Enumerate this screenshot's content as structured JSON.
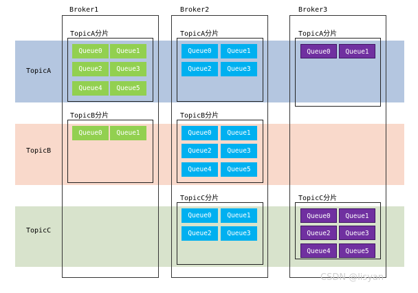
{
  "topics": [
    {
      "label": "TopicA",
      "color": "#b4c6e0"
    },
    {
      "label": "TopicB",
      "color": "#f9d9cb"
    },
    {
      "label": "TopicC",
      "color": "#d8e3cc"
    }
  ],
  "brokers": [
    {
      "title": "Broker1"
    },
    {
      "title": "Broker2"
    },
    {
      "title": "Broker3"
    }
  ],
  "shards": [
    {
      "title": "TopicA分片",
      "queue_color": "#92d050",
      "queues": [
        "Queue0",
        "Queue1",
        "Queue2",
        "Queue3",
        "Queue4",
        "Queue5"
      ]
    },
    {
      "title": "TopicB分片",
      "queue_color": "#92d050",
      "queues": [
        "Queue0",
        "Queue1"
      ]
    },
    {
      "title": "TopicA分片",
      "queue_color": "#00b0f0",
      "queues": [
        "Queue0",
        "Queue1",
        "Queue2",
        "Queue3"
      ]
    },
    {
      "title": "TopicB分片",
      "queue_color": "#00b0f0",
      "queues": [
        "Queue0",
        "Queue1",
        "Queue2",
        "Queue3",
        "Queue4",
        "Queue5"
      ]
    },
    {
      "title": "TopicC分片",
      "queue_color": "#00b0f0",
      "queues": [
        "Queue0",
        "Queue1",
        "Queue2",
        "Queue3"
      ]
    },
    {
      "title": "TopicA分片",
      "queue_color": "#7030a0",
      "queues": [
        "Queue0",
        "Queue1"
      ]
    },
    {
      "title": "TopicC分片",
      "queue_color": "#7030a0",
      "queues": [
        "Queue0",
        "Queue1",
        "Queue2",
        "Queue3",
        "Queue4",
        "Queue5"
      ]
    }
  ],
  "watermark": "CSDN @lisyan"
}
